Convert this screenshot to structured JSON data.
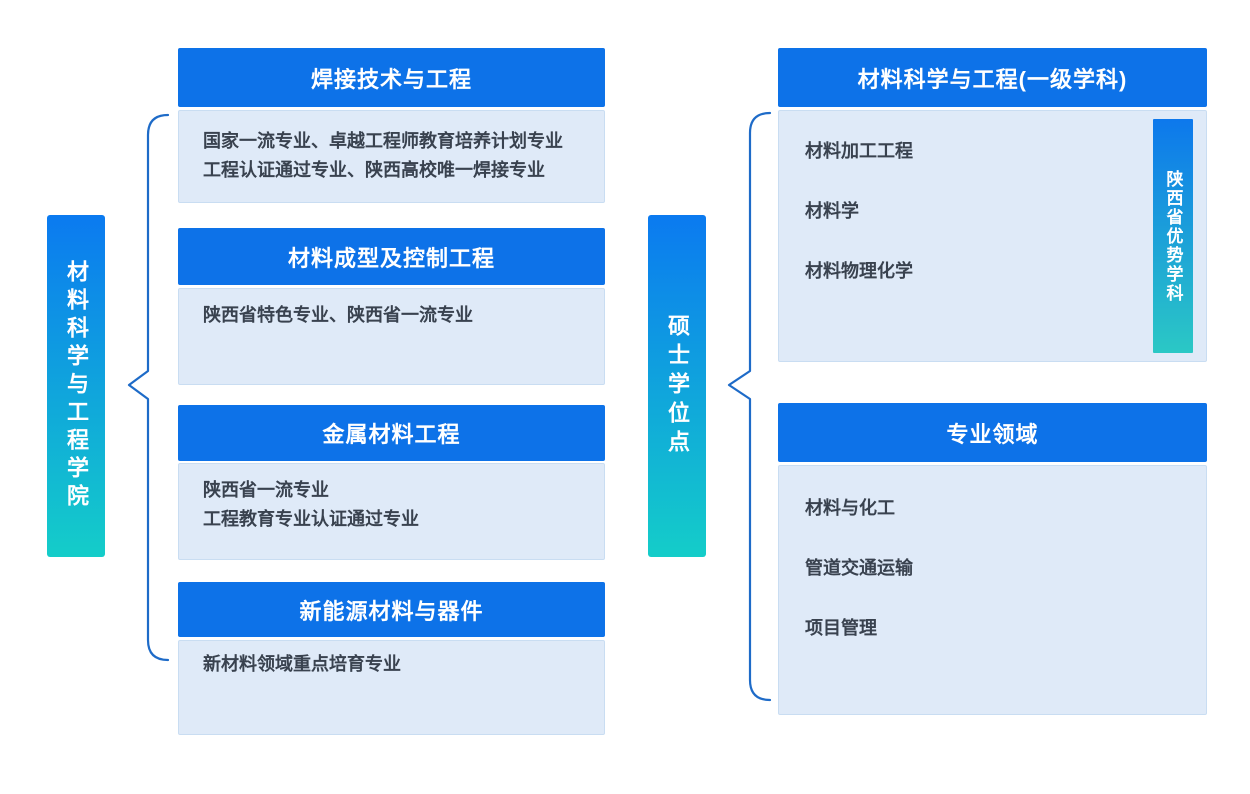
{
  "colors": {
    "header-blue": "#0d72e8",
    "body-bg": "#dfeaf8",
    "body-border": "#c9ddf2",
    "bar-top": "#0b7af0",
    "bar-bottom": "#14cdc9",
    "strip-top": "#0d78ec",
    "strip-bottom": "#2bc8c5",
    "text-dark": "#39424f",
    "brace": "#1e6bc8",
    "bg": "#ffffff"
  },
  "left_group": {
    "bar_label": "材料科学与工程学院",
    "cards": [
      {
        "title": "焊接技术与工程",
        "lines": [
          "国家一流专业、卓越工程师教育培养计划专业",
          "工程认证通过专业、陕西高校唯一焊接专业"
        ]
      },
      {
        "title": "材料成型及控制工程",
        "lines": [
          "陕西省特色专业、陕西省一流专业"
        ]
      },
      {
        "title": "金属材料工程",
        "lines": [
          "陕西省一流专业",
          "工程教育专业认证通过专业"
        ]
      },
      {
        "title": "新能源材料与器件",
        "lines": [
          "新材料领域重点培育专业"
        ]
      }
    ]
  },
  "right_group": {
    "bar_label": "硕士学位点",
    "cards": [
      {
        "title": "材料科学与工程(一级学科)",
        "items": [
          "材料加工工程",
          "材料学",
          "材料物理化学"
        ],
        "badge": "陕西省优势学科"
      },
      {
        "title": "专业领域",
        "items": [
          "材料与化工",
          "管道交通运输",
          "项目管理"
        ]
      }
    ]
  }
}
